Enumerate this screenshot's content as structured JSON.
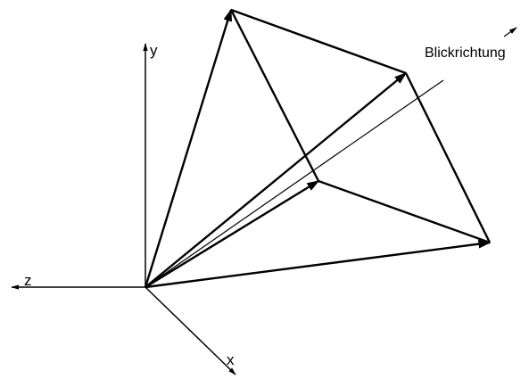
{
  "axes": {
    "x_label": "x",
    "y_label": "y",
    "z_label": "z"
  },
  "view_direction_label": "Blickrichtung"
}
